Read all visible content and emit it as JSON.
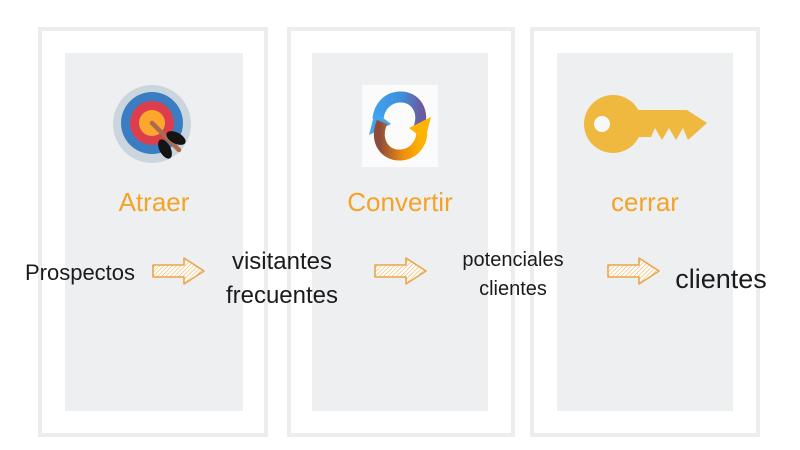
{
  "stages": [
    {
      "label": "Atraer",
      "icon": "target-icon"
    },
    {
      "label": "Convertir",
      "icon": "convert-arrows-icon"
    },
    {
      "label": "cerrar",
      "icon": "key-icon"
    }
  ],
  "flow": {
    "arrow_icon": "hatched-right-arrow-icon",
    "items": [
      {
        "text": "Prospectos"
      },
      {
        "text": "visitantes\nfrecuentes"
      },
      {
        "text": "potenciales\nclientes"
      },
      {
        "text": "clientes"
      }
    ]
  },
  "colors": {
    "stage_label": "#f5a326",
    "key_gold": "#efb93f",
    "target_outer": "#cbd5de",
    "target_blue": "#3a7dc2",
    "target_red": "#dd3e4e",
    "target_center": "#fca72d",
    "convert_blue": "#3fa0ec",
    "convert_purple": "#6b5b9e",
    "convert_maroon": "#8d4a3c",
    "convert_gold": "#ffb404",
    "arrow_outline": "#e8a64c",
    "panel_fill": "#edeff1",
    "panel_border": "#ecedef",
    "flow_text": "#1b1b1b",
    "background": "#ffffff"
  }
}
